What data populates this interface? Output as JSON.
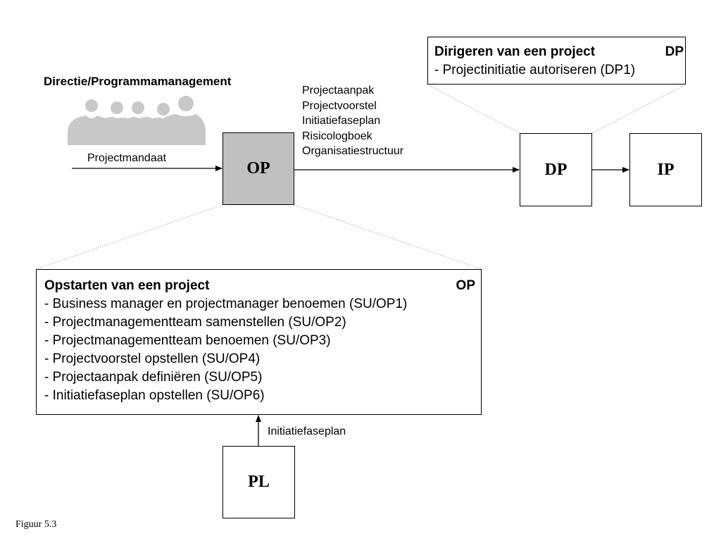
{
  "stakeholder": {
    "heading": "Directie/Programmamanagement",
    "icon": "people-group-icon"
  },
  "inputs": {
    "mandaat": "Projectmandaat",
    "initiatiefaseplan": "Initiatiefaseplan"
  },
  "boxes": {
    "op": "OP",
    "dp": "DP",
    "ip": "IP",
    "pl": "PL"
  },
  "outputs": [
    "Projectaanpak",
    "Projectvoorstel",
    "Initiatiefaseplan",
    "Risicologboek",
    "Organisatiestructuur"
  ],
  "dp_detail": {
    "title": "Dirigeren van een project",
    "code": "DP",
    "items": [
      "- Projectinitiatie autoriseren (DP1)"
    ]
  },
  "op_detail": {
    "title": "Opstarten van een project",
    "code": "OP",
    "items": [
      "- Business manager en projectmanager benoemen (SU/OP1)",
      "- Projectmanagementteam samenstellen (SU/OP2)",
      "- Projectmanagementteam benoemen (SU/OP3)",
      "- Projectvoorstel opstellen (SU/OP4)",
      "- Projectaanpak definiëren (SU/OP5)",
      "- Initiatiefaseplan opstellen (SU/OP6)"
    ]
  },
  "caption": "Figuur 5.3",
  "colors": {
    "op_fill": "#c0c0c0",
    "people_fill": "#c8c8c8"
  }
}
